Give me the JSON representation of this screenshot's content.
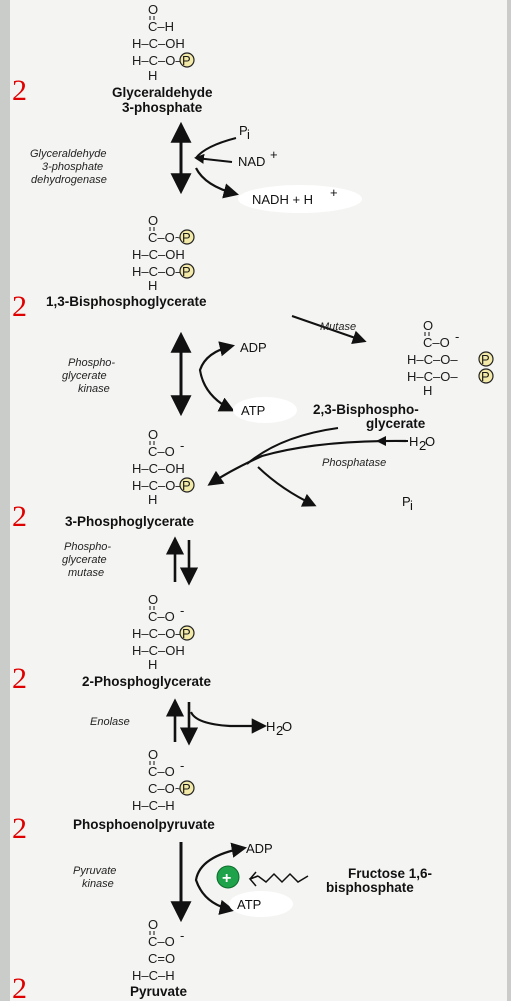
{
  "stoichiometry": "2",
  "phosphate_symbol": "P",
  "plus_symbol": "+",
  "sup_minus": "-",
  "sup_plus": "+",
  "structures": {
    "carbonyl_O": "O",
    "carbonyl_C": "C",
    "H_top": "C–H",
    "hcoh": "H–C–OH",
    "hcop": "H–C–O–",
    "H": "H",
    "coo": "C–O",
    "cop_bond": "C–O~",
    "c_eq_o": "C=O",
    "hch": "H–C–H"
  },
  "compounds": {
    "gap": [
      "Glyceraldehyde",
      "3-phosphate"
    ],
    "bpg13": "1,3-Bisphosphoglycerate",
    "bpg23": [
      "2,3-Bisphospho-",
      "glycerate"
    ],
    "pg3": "3-Phosphoglycerate",
    "pg2": "2-Phosphoglycerate",
    "pep": "Phosphoenolpyruvate",
    "pyr": "Pyruvate"
  },
  "enzymes": {
    "gapdh": [
      "Glyceraldehyde",
      "3-phosphate",
      "dehydrogenase"
    ],
    "mutase_23": "Mutase",
    "pgk": [
      "Phospho-",
      "glycerate",
      "kinase"
    ],
    "phosphatase": "Phosphatase",
    "pgm": [
      "Phospho-",
      "glycerate",
      "mutase"
    ],
    "enolase": "Enolase",
    "pk": [
      "Pyruvate",
      "kinase"
    ]
  },
  "cofactors": {
    "pi": "P",
    "pi_sub": "i",
    "nad": "NAD",
    "nadh": "NADH + H",
    "adp": "ADP",
    "atp": "ATP",
    "h2o_h": "H",
    "h2o_2": "2",
    "h2o_o": "O",
    "fbp": [
      "Fructose 1,6-",
      "bisphosphate"
    ]
  }
}
